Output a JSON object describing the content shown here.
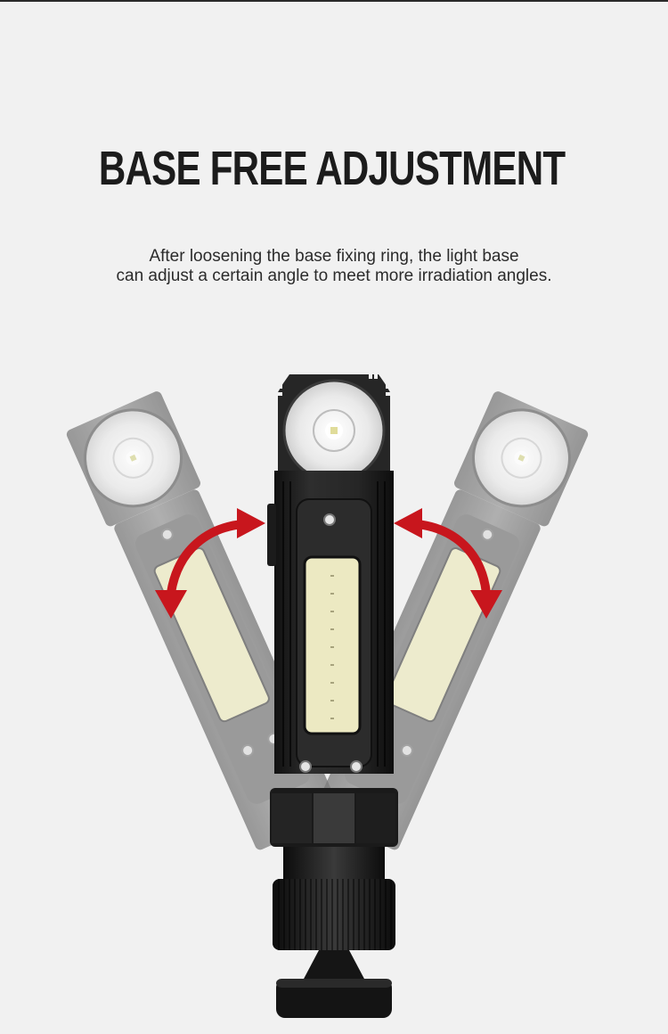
{
  "header": {
    "title": "BASE FREE ADJUSTMENT",
    "description_line_1": "After loosening the base fixing ring, the light base",
    "description_line_2": "can adjust a certain angle to meet more irradiation angles."
  },
  "illustration": {
    "subject": "Rotatable-base flashlight shown in three positions (left tilt, upright, right tilt)",
    "positions": [
      "tilted-left",
      "upright",
      "tilted-right"
    ],
    "arrows": [
      "left-rotation-arrow",
      "right-rotation-arrow"
    ],
    "colors": {
      "background": "#f1f1f1",
      "title": "#1c1c1c",
      "body_dark": "#1e1e1e",
      "ghost_body": "#8a8a8a",
      "cob_panel": "#ece9c2",
      "arrow_red": "#c8161d"
    }
  }
}
